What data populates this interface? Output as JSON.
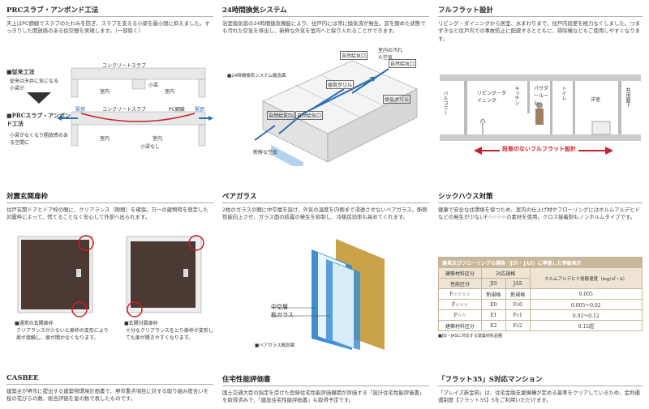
{
  "sections": [
    {
      "title": "PRCスラブ・アンボンド工法",
      "body": "天上はPC鋼線でスラブのたわみを防ぎ、スラブを支える小梁を最小限に抑えました。すっきりした開放感のある住空間を実現します。（一部除く）"
    },
    {
      "title": "24時間換気システム",
      "body": "浴室換気扇の24時間換気機能により、住戸内には常に換気流が発生。窓を閉めた状態でも汚れた空気を排出し、新鮮な外気を室内へと採り入れることができます。"
    },
    {
      "title": "フルフラット設計",
      "body": "リビング・ダイニングから居室、水まわりまで、住戸内段差を極力なくしました。つまずきなど住戸内での事故防止に配慮するとともに、掃除機などもご使用しやすくなります。"
    },
    {
      "title": "対震玄関扉枠",
      "body": "住戸玄関ドアとドア枠の間に、クリアランス（隙間）を確保。万一の建物時を想定した対震枠によって、慌てることなく安心して外部へ出られます。"
    },
    {
      "title": "ペアガラス",
      "body": "2枚のガラスの間に中空層を設け、外気の温度を内側まで浸透させないペアガラス。断熱性能向上させ、ガラス面の結露の発生を抑制し、冷暖房効率も高めてくれます。"
    },
    {
      "title": "シックハウス対策",
      "body": "健康で安全な住環境を保つため、室内の仕上げ材やフローリングにはホルムアルデヒドなどの発生が少ないF☆☆☆☆の素材を使用。クロス接着剤もノンホルムタイプです。"
    },
    {
      "title": "CASBEE",
      "body": "建築主が堺市に提出する建築物環境計画書で、堺市重点項目に対する取り組み度合いを桜の花びらの数、総合評価を星の数で表したものです。"
    },
    {
      "title": "住宅性能評価書",
      "body": "国土交通大臣の指定を受けた登録住宅性能評価機関が評価する「設計住宅性能評価書」を取得済みで、「建設住宅性能評価書」も取得予定です。"
    },
    {
      "title": "「フラット35」S対応マンション",
      "body": "「プレイズ新金岡」は、住宅金融支援機構が定める基準をクリアしているため、金利優遇制度【フラット35】Sをご利用いただけます。"
    }
  ],
  "prc": {
    "legend_conv_title": "■従来工法",
    "legend_conv_desc": "従来は天井に気になる小梁が",
    "legend_prc_title": "■PRCスラブ・アンボンド工法",
    "legend_prc_desc": "小梁がなくなり開放感のある空間に",
    "slab_top": "コンクリートスラブ",
    "room_a": "室内",
    "small_beam": "小梁",
    "room_b": "室内",
    "slab_prc": "コンクリートスラブ",
    "pc_wire": "PC鋼線",
    "tension_l": "緊張",
    "tension_r": "緊張",
    "room_c": "室内",
    "room_d": "室内",
    "no_beam": "小梁なし"
  },
  "vent": {
    "caption": "■24時間換気システム概念図",
    "l_exhaust1": "自然給気口",
    "l_exhaust2": "自然給気口",
    "l_dirty": "室内の汚れた空気",
    "l_grill1": "換気グリル",
    "l_grill2": "換気グリル",
    "l_nat3": "自然給気口",
    "l_nat4": "自然給気口",
    "l_fresh": "新鮮な空気"
  },
  "flat": {
    "rooms": [
      "バルコニー",
      "リビング・ダイニング",
      "キッチン",
      "パウダールーム",
      "トイレ",
      "洋室",
      "共用廊下"
    ],
    "banner": "段差のないフルフラット設計"
  },
  "door": {
    "cap1_title": "■通常の玄関扉枠",
    "cap1_desc": "クリアランスが少ないと扉枠の変形により扉が接触し、扉が開かなくなります。",
    "cap2_title": "■玄関対震扉枠",
    "cap2_desc": "十分なクリアランスをとり扉枠が変形しても扉が開きやすくなります。"
  },
  "glass": {
    "l_air": "中空層",
    "l_pane": "板ガラス",
    "caption": "■ペアガラス概念図"
  },
  "sick": {
    "table_title": "建具及びフローリングの規格（JIS・JAS）に準拠した等級表示",
    "h_grade": "建築材料区分",
    "h_std": "対応規格",
    "h_rate": "ホルムアルデヒド発散速度（mg/㎡・h）",
    "h_perf": "性能区分",
    "h_jis": "JIS",
    "h_jas": "JAS",
    "rows": [
      [
        "F☆☆☆☆",
        "新規格",
        "新規格",
        "0.005"
      ],
      [
        "F☆☆☆",
        "E0",
        "Fc0",
        "0.005〜0.02"
      ],
      [
        "F☆☆",
        "E1",
        "Fc1",
        "0.02〜0.12"
      ],
      [
        "建築材料区分",
        "E2",
        "Fc2",
        "0.12超"
      ]
    ],
    "note": "■JIS・JASに対応する建築材料品種"
  },
  "colors": {
    "arrow_red": "#c8202a",
    "blue": "#2a6fb5",
    "door_dark": "#4a3a33",
    "glass_blue": "#3f8fd0",
    "frame_gold": "#c9a24a",
    "table_tan": "#c8b79b"
  }
}
